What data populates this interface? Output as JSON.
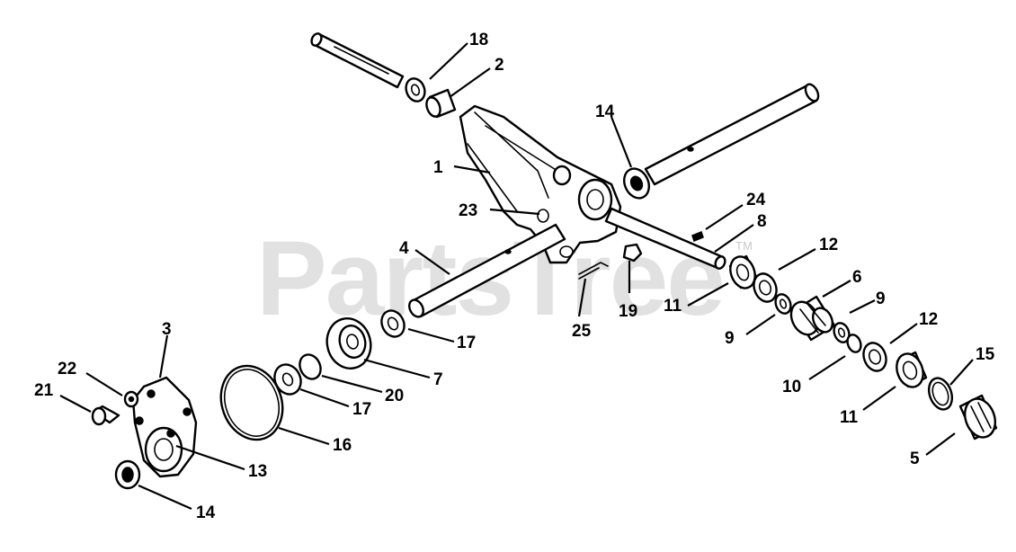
{
  "watermark": {
    "text": "PartsTree",
    "mark": "TM"
  },
  "callouts": [
    {
      "id": "c1",
      "label": "1"
    },
    {
      "id": "c2",
      "label": "2"
    },
    {
      "id": "c3",
      "label": "3"
    },
    {
      "id": "c4",
      "label": "4"
    },
    {
      "id": "c5",
      "label": "5"
    },
    {
      "id": "c6",
      "label": "6"
    },
    {
      "id": "c7",
      "label": "7"
    },
    {
      "id": "c8",
      "label": "8"
    },
    {
      "id": "c9a",
      "label": "9"
    },
    {
      "id": "c9b",
      "label": "9"
    },
    {
      "id": "c10",
      "label": "10"
    },
    {
      "id": "c11a",
      "label": "11"
    },
    {
      "id": "c11b",
      "label": "11"
    },
    {
      "id": "c12a",
      "label": "12"
    },
    {
      "id": "c12b",
      "label": "12"
    },
    {
      "id": "c13",
      "label": "13"
    },
    {
      "id": "c14a",
      "label": "14"
    },
    {
      "id": "c14b",
      "label": "14"
    },
    {
      "id": "c15",
      "label": "15"
    },
    {
      "id": "c16",
      "label": "16"
    },
    {
      "id": "c17a",
      "label": "17"
    },
    {
      "id": "c17b",
      "label": "17"
    },
    {
      "id": "c18",
      "label": "18"
    },
    {
      "id": "c19",
      "label": "19"
    },
    {
      "id": "c20",
      "label": "20"
    },
    {
      "id": "c21",
      "label": "21"
    },
    {
      "id": "c22",
      "label": "22"
    },
    {
      "id": "c23",
      "label": "23"
    },
    {
      "id": "c24",
      "label": "24"
    },
    {
      "id": "c25",
      "label": "25"
    }
  ]
}
